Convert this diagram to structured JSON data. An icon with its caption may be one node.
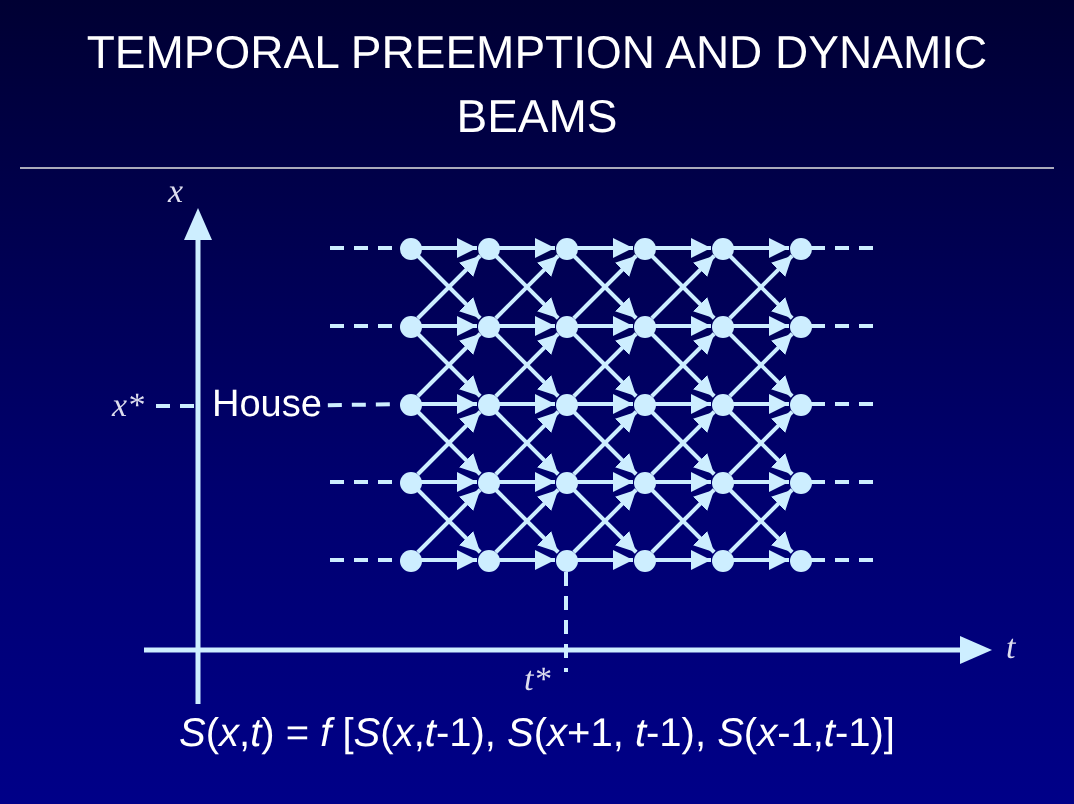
{
  "diagram": {
    "title": "TEMPORAL PREEMPTION AND DYNAMIC BEAMS",
    "nodes": [
      {
        "text": [
          "House"
        ]
      },
      {
        "text": [],
        "shape": "circle"
      },
      {
        "text": [],
        "shape": "circle"
      },
      {
        "text": [],
        "shape": "circle"
      },
      {
        "text": [],
        "shape": "circle"
      },
      {
        "text": [],
        "shape": "circle"
      },
      {
        "text": [],
        "shape": "circle"
      },
      {
        "text": [],
        "shape": "circle"
      },
      {
        "text": [],
        "shape": "circle"
      },
      {
        "text": [],
        "shape": "circle"
      },
      {
        "text": [],
        "shape": "circle"
      },
      {
        "text": [],
        "shape": "circle"
      },
      {
        "text": [],
        "shape": "circle"
      },
      {
        "text": [],
        "shape": "circle"
      },
      {
        "text": [],
        "shape": "circle"
      },
      {
        "text": [],
        "shape": "circle"
      },
      {
        "text": [],
        "shape": "circle"
      },
      {
        "text": [],
        "shape": "circle"
      },
      {
        "text": [],
        "shape": "circle"
      },
      {
        "text": [],
        "shape": "circle"
      },
      {
        "text": [],
        "shape": "circle"
      },
      {
        "text": [],
        "shape": "circle"
      },
      {
        "text": [],
        "shape": "circle"
      },
      {
        "text": [],
        "shape": "circle"
      },
      {
        "text": [],
        "shape": "circle"
      },
      {
        "text": [],
        "shape": "circle"
      },
      {
        "text": [],
        "shape": "circle"
      },
      {
        "text": [],
        "shape": "circle"
      },
      {
        "text": [],
        "shape": "circle"
      },
      {
        "text": [],
        "shape": "circle"
      },
      {
        "text": [],
        "shape": "circle"
      }
    ],
    "edges": [
      {
        "from": 1,
        "to": 2,
        "arrow": "to"
      },
      {
        "from": 1,
        "to": 8,
        "arrow": "to"
      },
      {
        "from": 2,
        "to": 3,
        "arrow": "to"
      },
      {
        "from": 2,
        "to": 9,
        "arrow": "to"
      },
      {
        "from": 3,
        "to": 4,
        "arrow": "to"
      },
      {
        "from": 3,
        "to": 10,
        "arrow": "to"
      },
      {
        "from": 4,
        "to": 5,
        "arrow": "to"
      },
      {
        "from": 4,
        "to": 11,
        "arrow": "to"
      },
      {
        "from": 5,
        "to": 6,
        "arrow": "to"
      },
      {
        "from": 5,
        "to": 12,
        "arrow": "to"
      },
      {
        "from": 7,
        "to": 8,
        "arrow": "to"
      },
      {
        "from": 7,
        "to": 2,
        "arrow": "to"
      },
      {
        "from": 7,
        "to": 14,
        "arrow": "to"
      },
      {
        "from": 8,
        "to": 9,
        "arrow": "to"
      },
      {
        "from": 8,
        "to": 3,
        "arrow": "to"
      },
      {
        "from": 8,
        "to": 15,
        "arrow": "to"
      },
      {
        "from": 9,
        "to": 10,
        "arrow": "to"
      },
      {
        "from": 9,
        "to": 4,
        "arrow": "to"
      },
      {
        "from": 9,
        "to": 16,
        "arrow": "to"
      },
      {
        "from": 10,
        "to": 11,
        "arrow": "to"
      },
      {
        "from": 10,
        "to": 5,
        "arrow": "to"
      },
      {
        "from": 10,
        "to": 17,
        "arrow": "to"
      },
      {
        "from": 11,
        "to": 12,
        "arrow": "to"
      },
      {
        "from": 11,
        "to": 6,
        "arrow": "to"
      },
      {
        "from": 11,
        "to": 18,
        "arrow": "to"
      },
      {
        "from": 13,
        "to": 14,
        "arrow": "to"
      },
      {
        "from": 13,
        "to": 8,
        "arrow": "to"
      },
      {
        "from": 13,
        "to": 20,
        "arrow": "to"
      },
      {
        "from": 14,
        "to": 15,
        "arrow": "to"
      },
      {
        "from": 14,
        "to": 9,
        "arrow": "to"
      },
      {
        "from": 14,
        "to": 21,
        "arrow": "to"
      },
      {
        "from": 15,
        "to": 16,
        "arrow": "to"
      },
      {
        "from": 15,
        "to": 10,
        "arrow": "to"
      },
      {
        "from": 15,
        "to": 22,
        "arrow": "to"
      },
      {
        "from": 16,
        "to": 17,
        "arrow": "to"
      },
      {
        "from": 16,
        "to": 11,
        "arrow": "to"
      },
      {
        "from": 16,
        "to": 23,
        "arrow": "to"
      },
      {
        "from": 17,
        "to": 18,
        "arrow": "to"
      },
      {
        "from": 17,
        "to": 12,
        "arrow": "to"
      },
      {
        "from": 17,
        "to": 24,
        "arrow": "to"
      },
      {
        "from": 19,
        "to": 20,
        "arrow": "to"
      },
      {
        "from": 19,
        "to": 14,
        "arrow": "to"
      },
      {
        "from": 19,
        "to": 26,
        "arrow": "to"
      },
      {
        "from": 20,
        "to": 21,
        "arrow": "to"
      },
      {
        "from": 20,
        "to": 15,
        "arrow": "to"
      },
      {
        "from": 20,
        "to": 27,
        "arrow": "to"
      },
      {
        "from": 21,
        "to": 22,
        "arrow": "to"
      },
      {
        "from": 21,
        "to": 16,
        "arrow": "to"
      },
      {
        "from": 21,
        "to": 28,
        "arrow": "to"
      },
      {
        "from": 22,
        "to": 23,
        "arrow": "to"
      },
      {
        "from": 22,
        "to": 17,
        "arrow": "to"
      },
      {
        "from": 22,
        "to": 29,
        "arrow": "to"
      },
      {
        "from": 23,
        "to": 24,
        "arrow": "to"
      },
      {
        "from": 23,
        "to": 18,
        "arrow": "to"
      },
      {
        "from": 23,
        "to": 30,
        "arrow": "to"
      },
      {
        "from": 25,
        "to": 26,
        "arrow": "to"
      },
      {
        "from": 25,
        "to": 20,
        "arrow": "to"
      },
      {
        "from": 26,
        "to": 27,
        "arrow": "to"
      },
      {
        "from": 26,
        "to": 21,
        "arrow": "to"
      },
      {
        "from": 27,
        "to": 28,
        "arrow": "to"
      },
      {
        "from": 27,
        "to": 22,
        "arrow": "to"
      },
      {
        "from": 28,
        "to": 29,
        "arrow": "to"
      },
      {
        "from": 28,
        "to": 23,
        "arrow": "to"
      },
      {
        "from": 29,
        "to": 30,
        "arrow": "to"
      },
      {
        "from": 29,
        "to": 24,
        "arrow": "to"
      },
      {
        "from": 0,
        "to": 13,
        "arrow": "none",
        "style": "dashed"
      },
      {
        "from": null,
        "to": 1,
        "arrow": "none",
        "style": "dashed"
      },
      {
        "from": null,
        "to": 7,
        "arrow": "none",
        "style": "dashed"
      },
      {
        "from": null,
        "to": 19,
        "arrow": "none",
        "style": "dashed"
      },
      {
        "from": null,
        "to": 25,
        "arrow": "none",
        "style": "dashed"
      },
      {
        "from": 6,
        "to": null,
        "arrow": "none",
        "style": "dashed"
      },
      {
        "from": 12,
        "to": null,
        "arrow": "none",
        "style": "dashed"
      },
      {
        "from": 18,
        "to": null,
        "arrow": "none",
        "style": "dashed"
      },
      {
        "from": 24,
        "to": null,
        "arrow": "none",
        "style": "dashed"
      },
      {
        "from": 30,
        "to": null,
        "arrow": "none",
        "style": "dashed"
      }
    ],
    "labels": [
      "x",
      "x*",
      "t",
      "t*",
      "*S*(*x*,*t*) = *f* [*S*(*x*,*t*-1), *S*(*x*+1, *t*-1), *S*(*x*-1,*t*-1)]"
    ]
  }
}
